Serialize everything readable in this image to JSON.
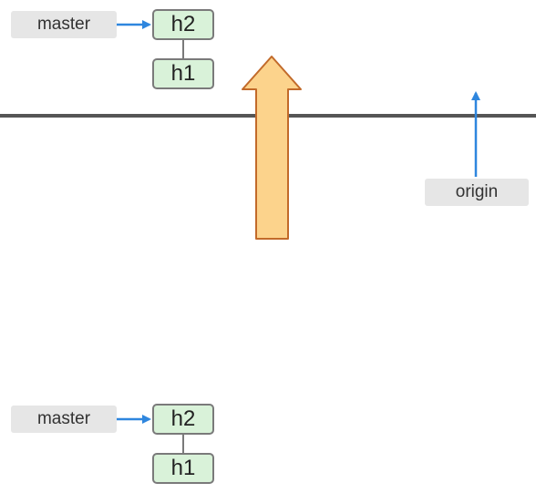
{
  "diagram": {
    "top_branch": {
      "label": "master",
      "commits": [
        "h2",
        "h1"
      ]
    },
    "remote": {
      "label": "origin"
    },
    "bottom_branch": {
      "label": "master",
      "commits": [
        "h2",
        "h1"
      ]
    }
  },
  "colors": {
    "pointer_arrow": "#2e86de",
    "big_arrow_fill": "#fcd38c",
    "big_arrow_stroke": "#c26a2a",
    "divider": "#555555",
    "commit_fill": "#d9f2d9",
    "label_fill": "#e6e6e6"
  }
}
